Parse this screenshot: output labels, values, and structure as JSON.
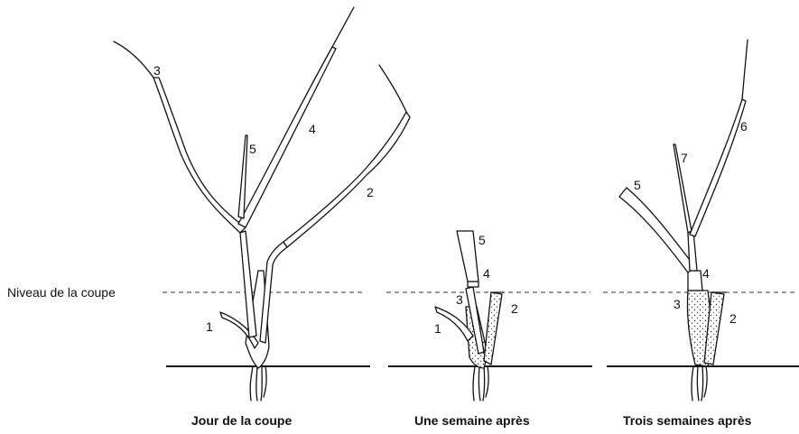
{
  "cut_level_label": "Niveau de la coupe",
  "panels": [
    {
      "caption": "Jour de la coupe",
      "leaf_labels": [
        "1",
        "2",
        "3",
        "4",
        "5"
      ]
    },
    {
      "caption": "Une semaine après",
      "leaf_labels": [
        "1",
        "2",
        "3",
        "4",
        "5"
      ]
    },
    {
      "caption": "Trois semaines après",
      "leaf_labels": [
        "2",
        "3",
        "4",
        "5",
        "6",
        "7"
      ]
    }
  ]
}
